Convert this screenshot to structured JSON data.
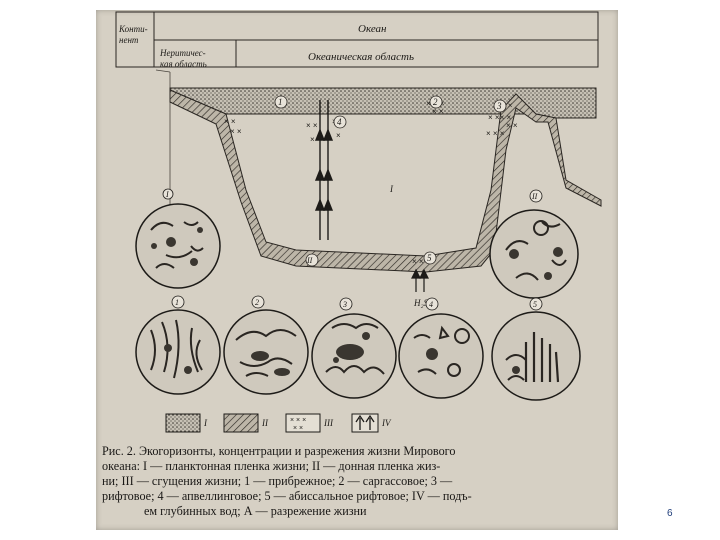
{
  "figure": {
    "header_continent": "Конти-\nнент",
    "header_ocean": "Океан",
    "header_neritic": "Неритичес-\nкая область",
    "header_oceanic": "Океаническая область",
    "cross_section_markers": [
      "1",
      "2",
      "3",
      "4",
      "5",
      "I",
      "II"
    ],
    "deep_water_label": "H₂S",
    "circles_top": [
      "I",
      "II"
    ],
    "circles_bottom": [
      "1",
      "2",
      "3",
      "4",
      "5"
    ],
    "legend": [
      "I",
      "II",
      "III",
      "IV"
    ],
    "caption_lines": [
      "Рис. 2. Экогоризонты, концентрации и разрежения жизни Мирового",
      "океана: I — планктонная пленка жизни; II — донная пленка жиз-",
      "ни; III — сгущения жизни; 1 — прибрежное; 2 — саргассовое; 3 —",
      "рифтовое; 4 — апвеллинговое; 5 — абиссальное рифтовое; IV — подъ-",
      "ем глубинных вод; А — разрежение жизни"
    ]
  },
  "page_number": "6"
}
